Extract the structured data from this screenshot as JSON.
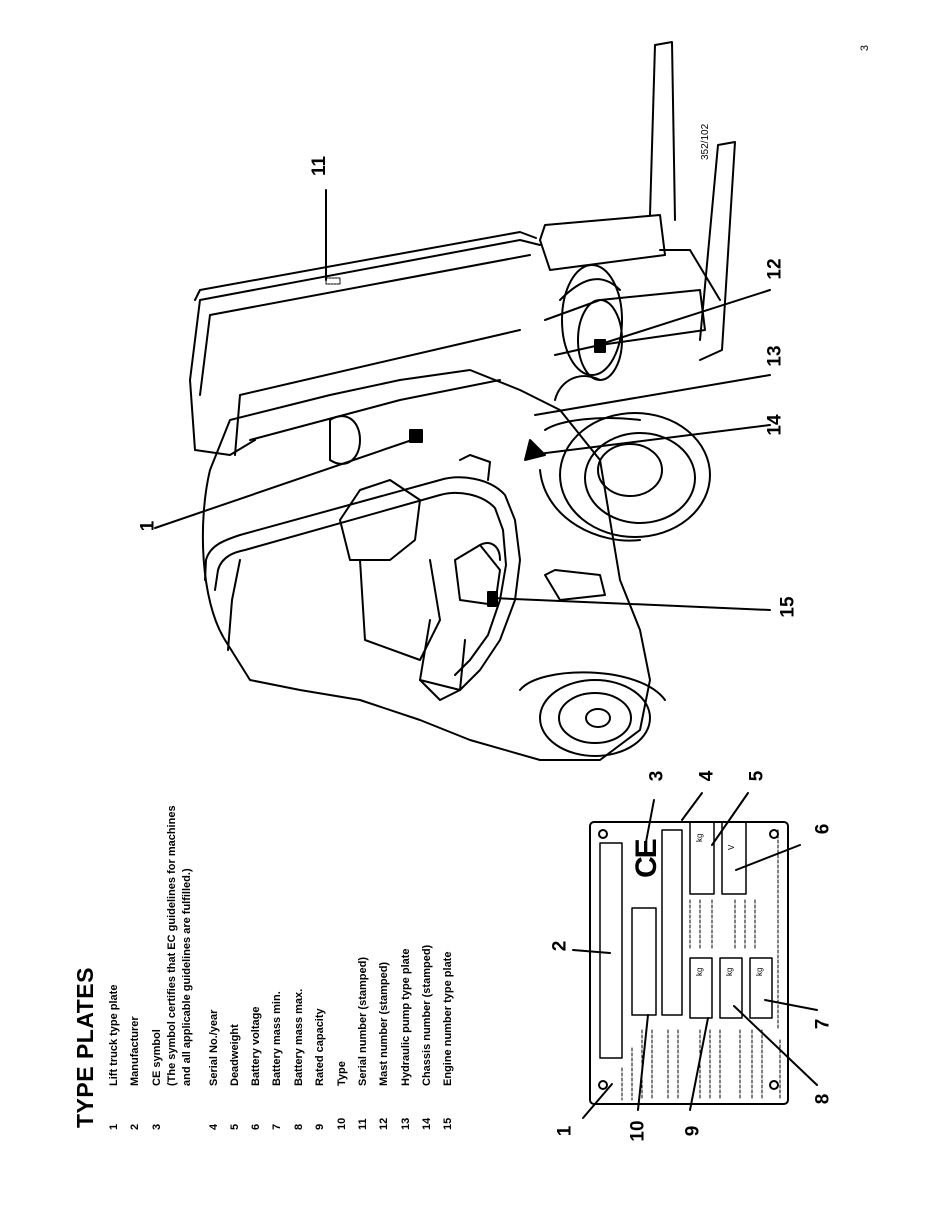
{
  "page": {
    "number": "3",
    "drawing_id": "352/102"
  },
  "title": "TYPE PLATES",
  "legend": [
    {
      "num": "1",
      "text": "Lift truck type plate"
    },
    {
      "num": "2",
      "text": "Manufacturer"
    },
    {
      "num": "3",
      "text": "CE symbol",
      "sub": [
        "(The symbol certifies that EC guidelines for machines",
        "and all applicable guidelines are fulfilled.)"
      ]
    },
    {
      "num": "4",
      "text": "Serial No./year"
    },
    {
      "num": "5",
      "text": "Deadweight"
    },
    {
      "num": "6",
      "text": "Battery voltage"
    },
    {
      "num": "7",
      "text": "Battery mass min."
    },
    {
      "num": "8",
      "text": "Battery mass max."
    },
    {
      "num": "9",
      "text": "Rated capacity"
    },
    {
      "num": "10",
      "text": "Type"
    },
    {
      "num": "11",
      "text": "Serial number (stamped)"
    },
    {
      "num": "12",
      "text": "Mast number (stamped)"
    },
    {
      "num": "13",
      "text": "Hydraulic pump type plate"
    },
    {
      "num": "14",
      "text": "Chassis number (stamped)"
    },
    {
      "num": "15",
      "text": "Engine number type plate"
    }
  ],
  "plate_callouts": [
    "1",
    "2",
    "3",
    "4",
    "5",
    "6",
    "7",
    "8",
    "9",
    "10"
  ],
  "truck_callouts": [
    "1",
    "11",
    "12",
    "13",
    "14",
    "15"
  ],
  "plate_text": {
    "ce": "CE",
    "unit_kg": "kg",
    "unit_v": "V"
  }
}
